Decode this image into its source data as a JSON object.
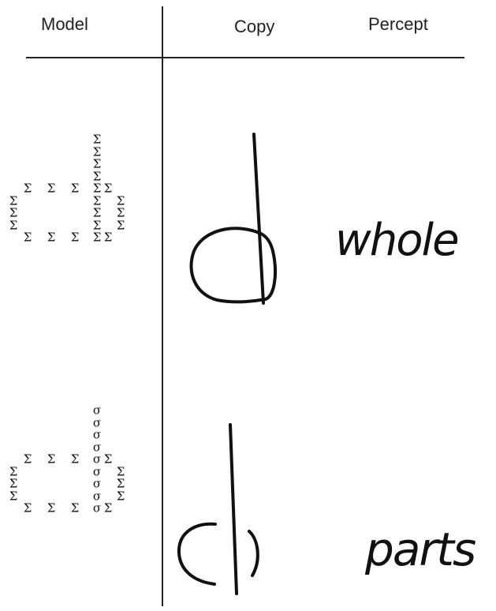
{
  "headers": {
    "model": "Model",
    "copy": "Copy",
    "percept": "Percept"
  },
  "stimuli": [
    {
      "global_shape": "d",
      "global_glyph": "Σ",
      "local_stem_glyph": "Σ",
      "percept": "whole"
    },
    {
      "global_shape": "d",
      "global_glyph": "Σ",
      "local_stem_glyph": "σ",
      "percept": "parts"
    }
  ],
  "colors": {
    "ink": "#111111",
    "background": "#ffffff"
  }
}
